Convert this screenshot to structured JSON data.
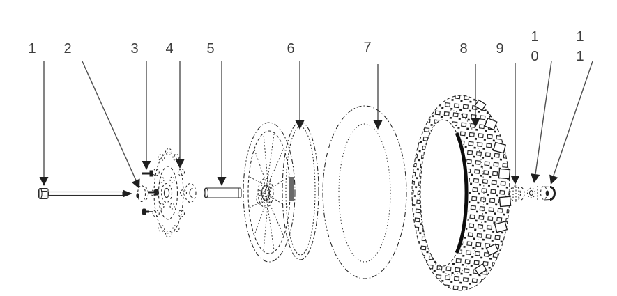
{
  "diagram": {
    "background_color": "#ffffff",
    "ink_color": "#2b2b2b",
    "leader_color": "#4f4f4f",
    "arrowhead_color": "#1f1f1f",
    "label_color": "#3d3d3d",
    "callouts": [
      {
        "label": "1",
        "display_lines": [
          "1"
        ]
      },
      {
        "label": "2",
        "display_lines": [
          "2"
        ]
      },
      {
        "label": "3",
        "display_lines": [
          "3"
        ]
      },
      {
        "label": "4",
        "display_lines": [
          "4"
        ]
      },
      {
        "label": "5",
        "display_lines": [
          "5"
        ]
      },
      {
        "label": "6",
        "display_lines": [
          "6"
        ]
      },
      {
        "label": "7",
        "display_lines": [
          "7"
        ]
      },
      {
        "label": "8",
        "display_lines": [
          "8"
        ]
      },
      {
        "label": "9",
        "display_lines": [
          "9"
        ]
      },
      {
        "label": "10",
        "display_lines": [
          "1",
          "0"
        ]
      },
      {
        "label": "11",
        "display_lines": [
          "1",
          "1"
        ]
      }
    ]
  }
}
